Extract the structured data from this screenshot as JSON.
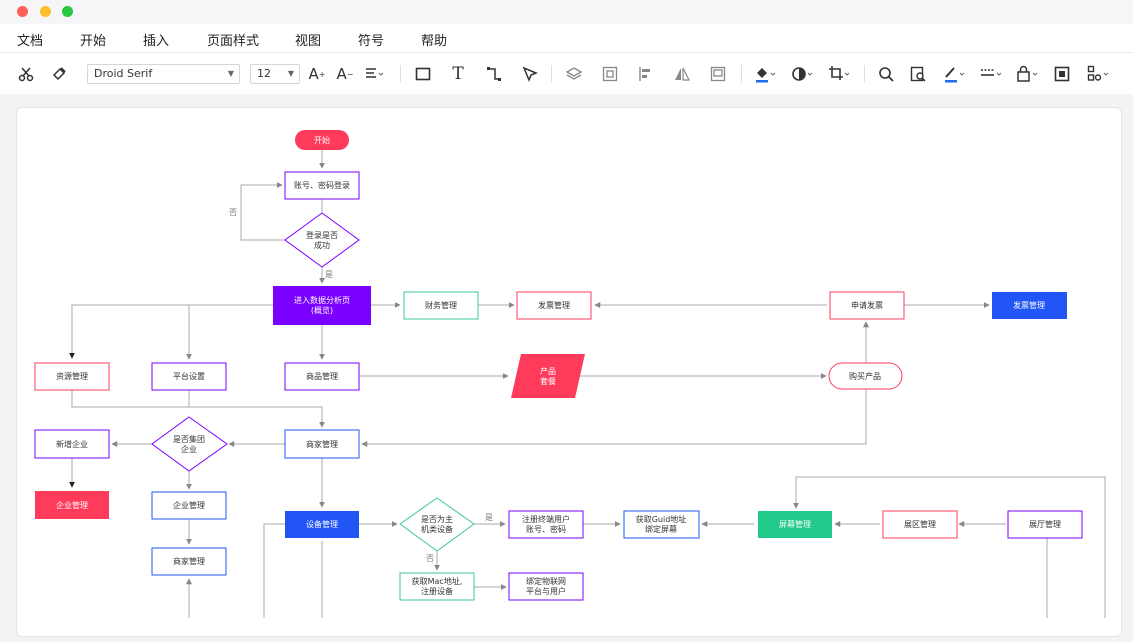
{
  "window": {
    "controls": [
      "close",
      "minimize",
      "maximize"
    ],
    "colors": {
      "close": "#fe5f57",
      "minimize": "#febc2e",
      "maximize": "#28c840"
    }
  },
  "menu": {
    "items": [
      "文档",
      "开始",
      "插入",
      "页面样式",
      "视图",
      "符号",
      "帮助"
    ]
  },
  "toolbar": {
    "font_family": "Droid Serif",
    "font_size": "12",
    "icons": [
      "cut-icon",
      "format-painter-icon",
      "font-increase-icon",
      "font-decrease-icon",
      "align-icon",
      "rectangle-icon",
      "text-icon",
      "connector-icon",
      "pointer-icon",
      "layers-icon",
      "group-icon",
      "align-left-icon",
      "flip-icon",
      "frame-icon",
      "fill-icon",
      "shadow-icon",
      "crop-icon",
      "search-icon",
      "find-replace-icon",
      "line-color-icon",
      "line-style-icon",
      "lock-icon",
      "container-icon",
      "more-icon"
    ],
    "accent": "#1f6feb"
  },
  "flowchart": {
    "nodes": {
      "start": "开始",
      "login": "账号、密码登录",
      "login_ok": [
        "登录是否",
        "成功"
      ],
      "no_login": "否",
      "yes_login": "是",
      "dashboard": [
        "进入数据分析页",
        "(概览)"
      ],
      "finance": "财务管理",
      "invoice_mgmt": "发票管理",
      "apply_invoice": "申请发票",
      "invoice_mgmt2": "发票管理",
      "resource": "资源管理",
      "platform": "平台设置",
      "product": "商品管理",
      "package": [
        "产品",
        "套餐"
      ],
      "buy": "购买产品",
      "group_q": [
        "是否集团",
        "企业"
      ],
      "merchant": "商家管理",
      "new_ent": "新增企业",
      "ent_mgmt": "企业管理",
      "ent_mgmt2": "企业管理",
      "merchant2": "商家管理",
      "device": "设备管理",
      "host_q": [
        "是否为主",
        "机类设备"
      ],
      "yes_host": "是",
      "no_host": "否",
      "register_user": [
        "注册终端用户",
        "账号、密码"
      ],
      "guid": [
        "获取Guid地址",
        "绑定屏幕"
      ],
      "screen": "屏幕管理",
      "area": "展区管理",
      "hall": "展厅管理",
      "mac": [
        "获取Mac地址,",
        "注册设备"
      ],
      "iot": [
        "绑定物联网",
        "平台与用户"
      ]
    },
    "colors": {
      "red": "#ff3b5c",
      "purple": "#7a00ff",
      "blue": "#2155f5",
      "green": "#22c98a",
      "teal": "#3cc6a0",
      "line": "#999999"
    }
  }
}
